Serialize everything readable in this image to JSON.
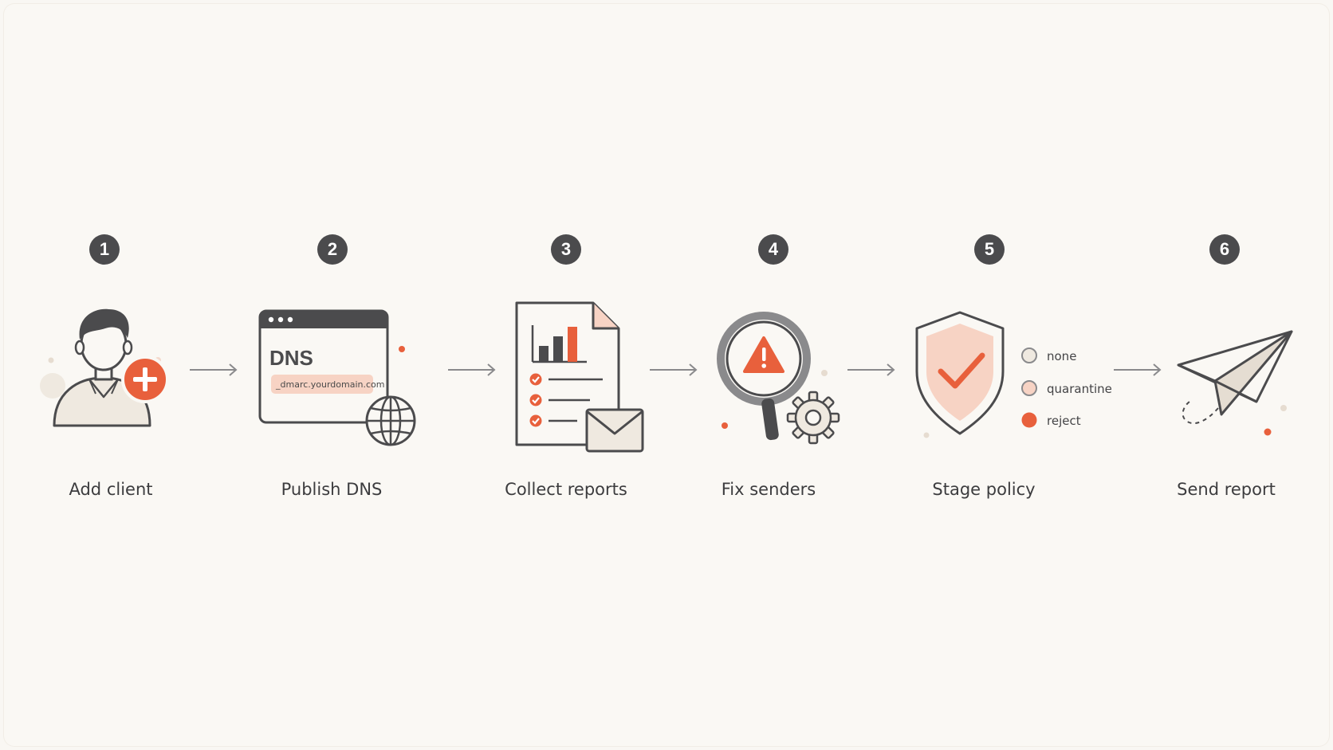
{
  "steps": [
    {
      "number": "1",
      "label": "Add client",
      "icon": "user-add-icon"
    },
    {
      "number": "2",
      "label": "Publish DNS",
      "icon": "dns-window-icon"
    },
    {
      "number": "3",
      "label": "Collect reports",
      "icon": "report-document-icon"
    },
    {
      "number": "4",
      "label": "Fix senders",
      "icon": "magnifier-warning-icon"
    },
    {
      "number": "5",
      "label": "Stage policy",
      "icon": "shield-check-icon"
    },
    {
      "number": "6",
      "label": "Send report",
      "icon": "paper-plane-icon"
    }
  ],
  "dns": {
    "title": "DNS",
    "record": "_dmarc.yourdomain.com"
  },
  "policy_options": [
    "none",
    "quarantine",
    "reject"
  ],
  "colors": {
    "accent": "#e8603c",
    "accent_light": "#f7d3c4",
    "dark": "#4b4b4d",
    "fill": "#efe9e0",
    "background": "#faf8f4"
  }
}
